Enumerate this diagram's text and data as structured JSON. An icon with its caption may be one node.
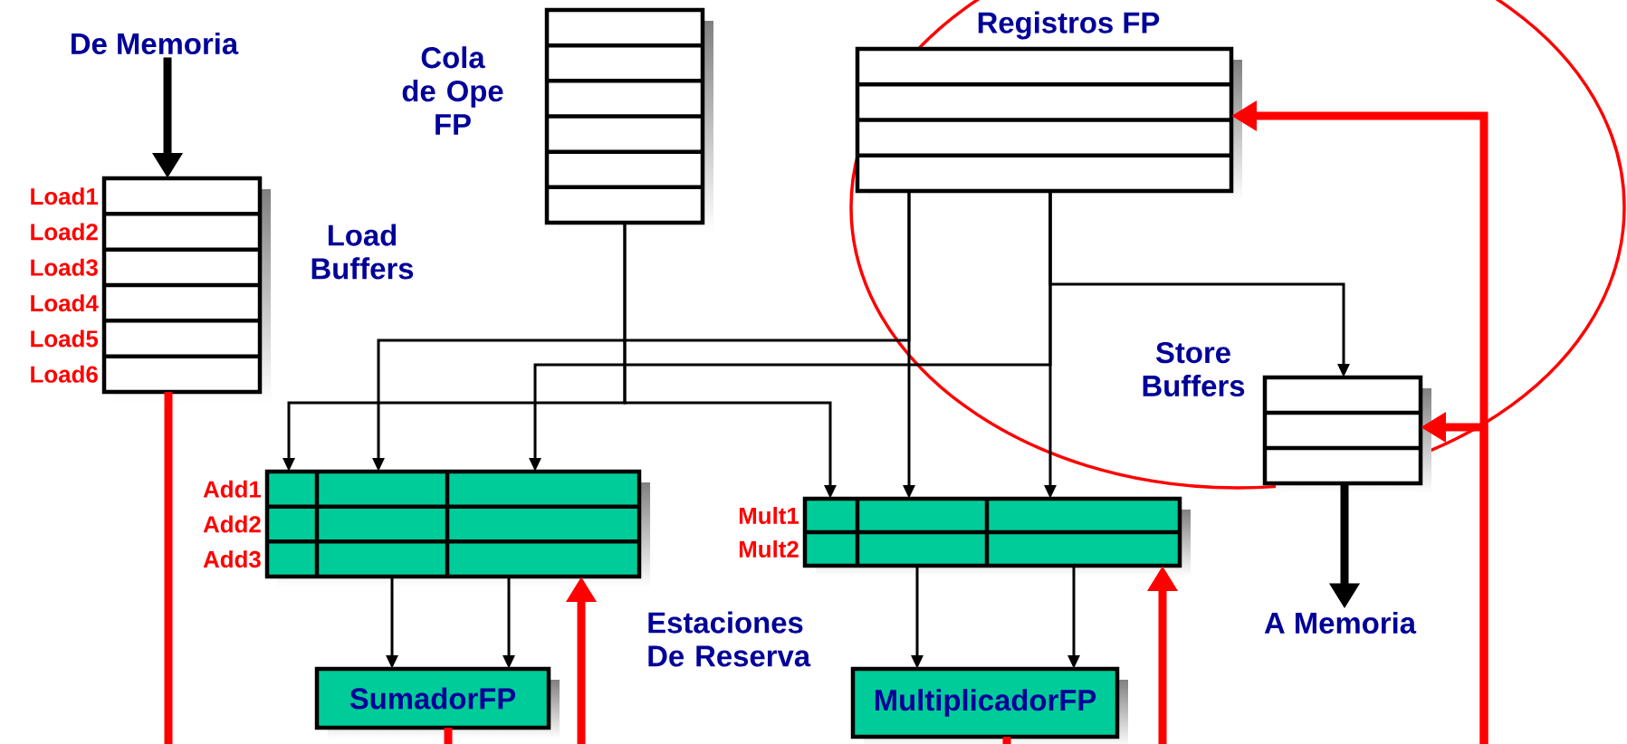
{
  "diagram": {
    "nodes": [
      {
        "text": [
          "Load Buffers"
        ],
        "beside": [
          "Load1",
          "Load2",
          "Load3",
          "Load4",
          "Load5",
          "Load6"
        ]
      },
      {
        "text": [
          "Cola de Ope FP"
        ]
      },
      {
        "text": [
          "Registros FP"
        ]
      },
      {
        "text": [
          "Store Buffers"
        ]
      },
      {
        "text": [],
        "shape": "box",
        "beside": [
          "Add1",
          "Add2",
          "Add3"
        ]
      },
      {
        "text": [],
        "shape": "box",
        "beside": [
          "Mult1",
          "Mult2"
        ]
      },
      {
        "text": [
          "SumadorFP"
        ]
      },
      {
        "text": [
          "MultiplicadorFP"
        ]
      },
      {
        "text": [
          "De Memoria"
        ]
      },
      {
        "text": [
          "A Memoria"
        ]
      }
    ],
    "edges": [
      {
        "from": 8,
        "to": 0,
        "arrow": "to",
        "style": "thick"
      },
      {
        "from": 1,
        "to": 4,
        "arrow": "to"
      },
      {
        "from": 1,
        "to": 5,
        "arrow": "to"
      },
      {
        "from": 2,
        "to": 4,
        "arrow": "to"
      },
      {
        "from": 2,
        "to": 5,
        "arrow": "to"
      },
      {
        "from": 2,
        "to": 4,
        "arrow": "to"
      },
      {
        "from": 2,
        "to": 5,
        "arrow": "to"
      },
      {
        "from": 2,
        "to": 3,
        "arrow": "to"
      },
      {
        "from": 4,
        "to": 6,
        "arrow": "to"
      },
      {
        "from": 4,
        "to": 6,
        "arrow": "to"
      },
      {
        "from": 5,
        "to": 7,
        "arrow": "to"
      },
      {
        "from": 5,
        "to": 7,
        "arrow": "to"
      },
      {
        "from": 3,
        "to": 9,
        "arrow": "to",
        "style": "thick"
      },
      {
        "from": 0,
        "to": null,
        "arrow": "none",
        "style": "thick",
        "color": "#ff0000"
      },
      {
        "from": null,
        "to": 4,
        "arrow": "to",
        "style": "thick",
        "color": "#ff0000"
      },
      {
        "from": null,
        "to": 5,
        "arrow": "to",
        "style": "thick",
        "color": "#ff0000"
      },
      {
        "from": null,
        "to": 2,
        "arrow": "to",
        "style": "thick",
        "color": "#ff0000"
      },
      {
        "from": null,
        "to": 3,
        "arrow": "to",
        "style": "thick",
        "color": "#ff0000"
      },
      {
        "from": 6,
        "to": null,
        "arrow": "none",
        "style": "thick",
        "color": "#ff0000"
      },
      {
        "from": 7,
        "to": null,
        "arrow": "none",
        "style": "thick",
        "color": "#ff0000"
      }
    ],
    "labels": [
      "Estaciones De Reserva"
    ]
  }
}
